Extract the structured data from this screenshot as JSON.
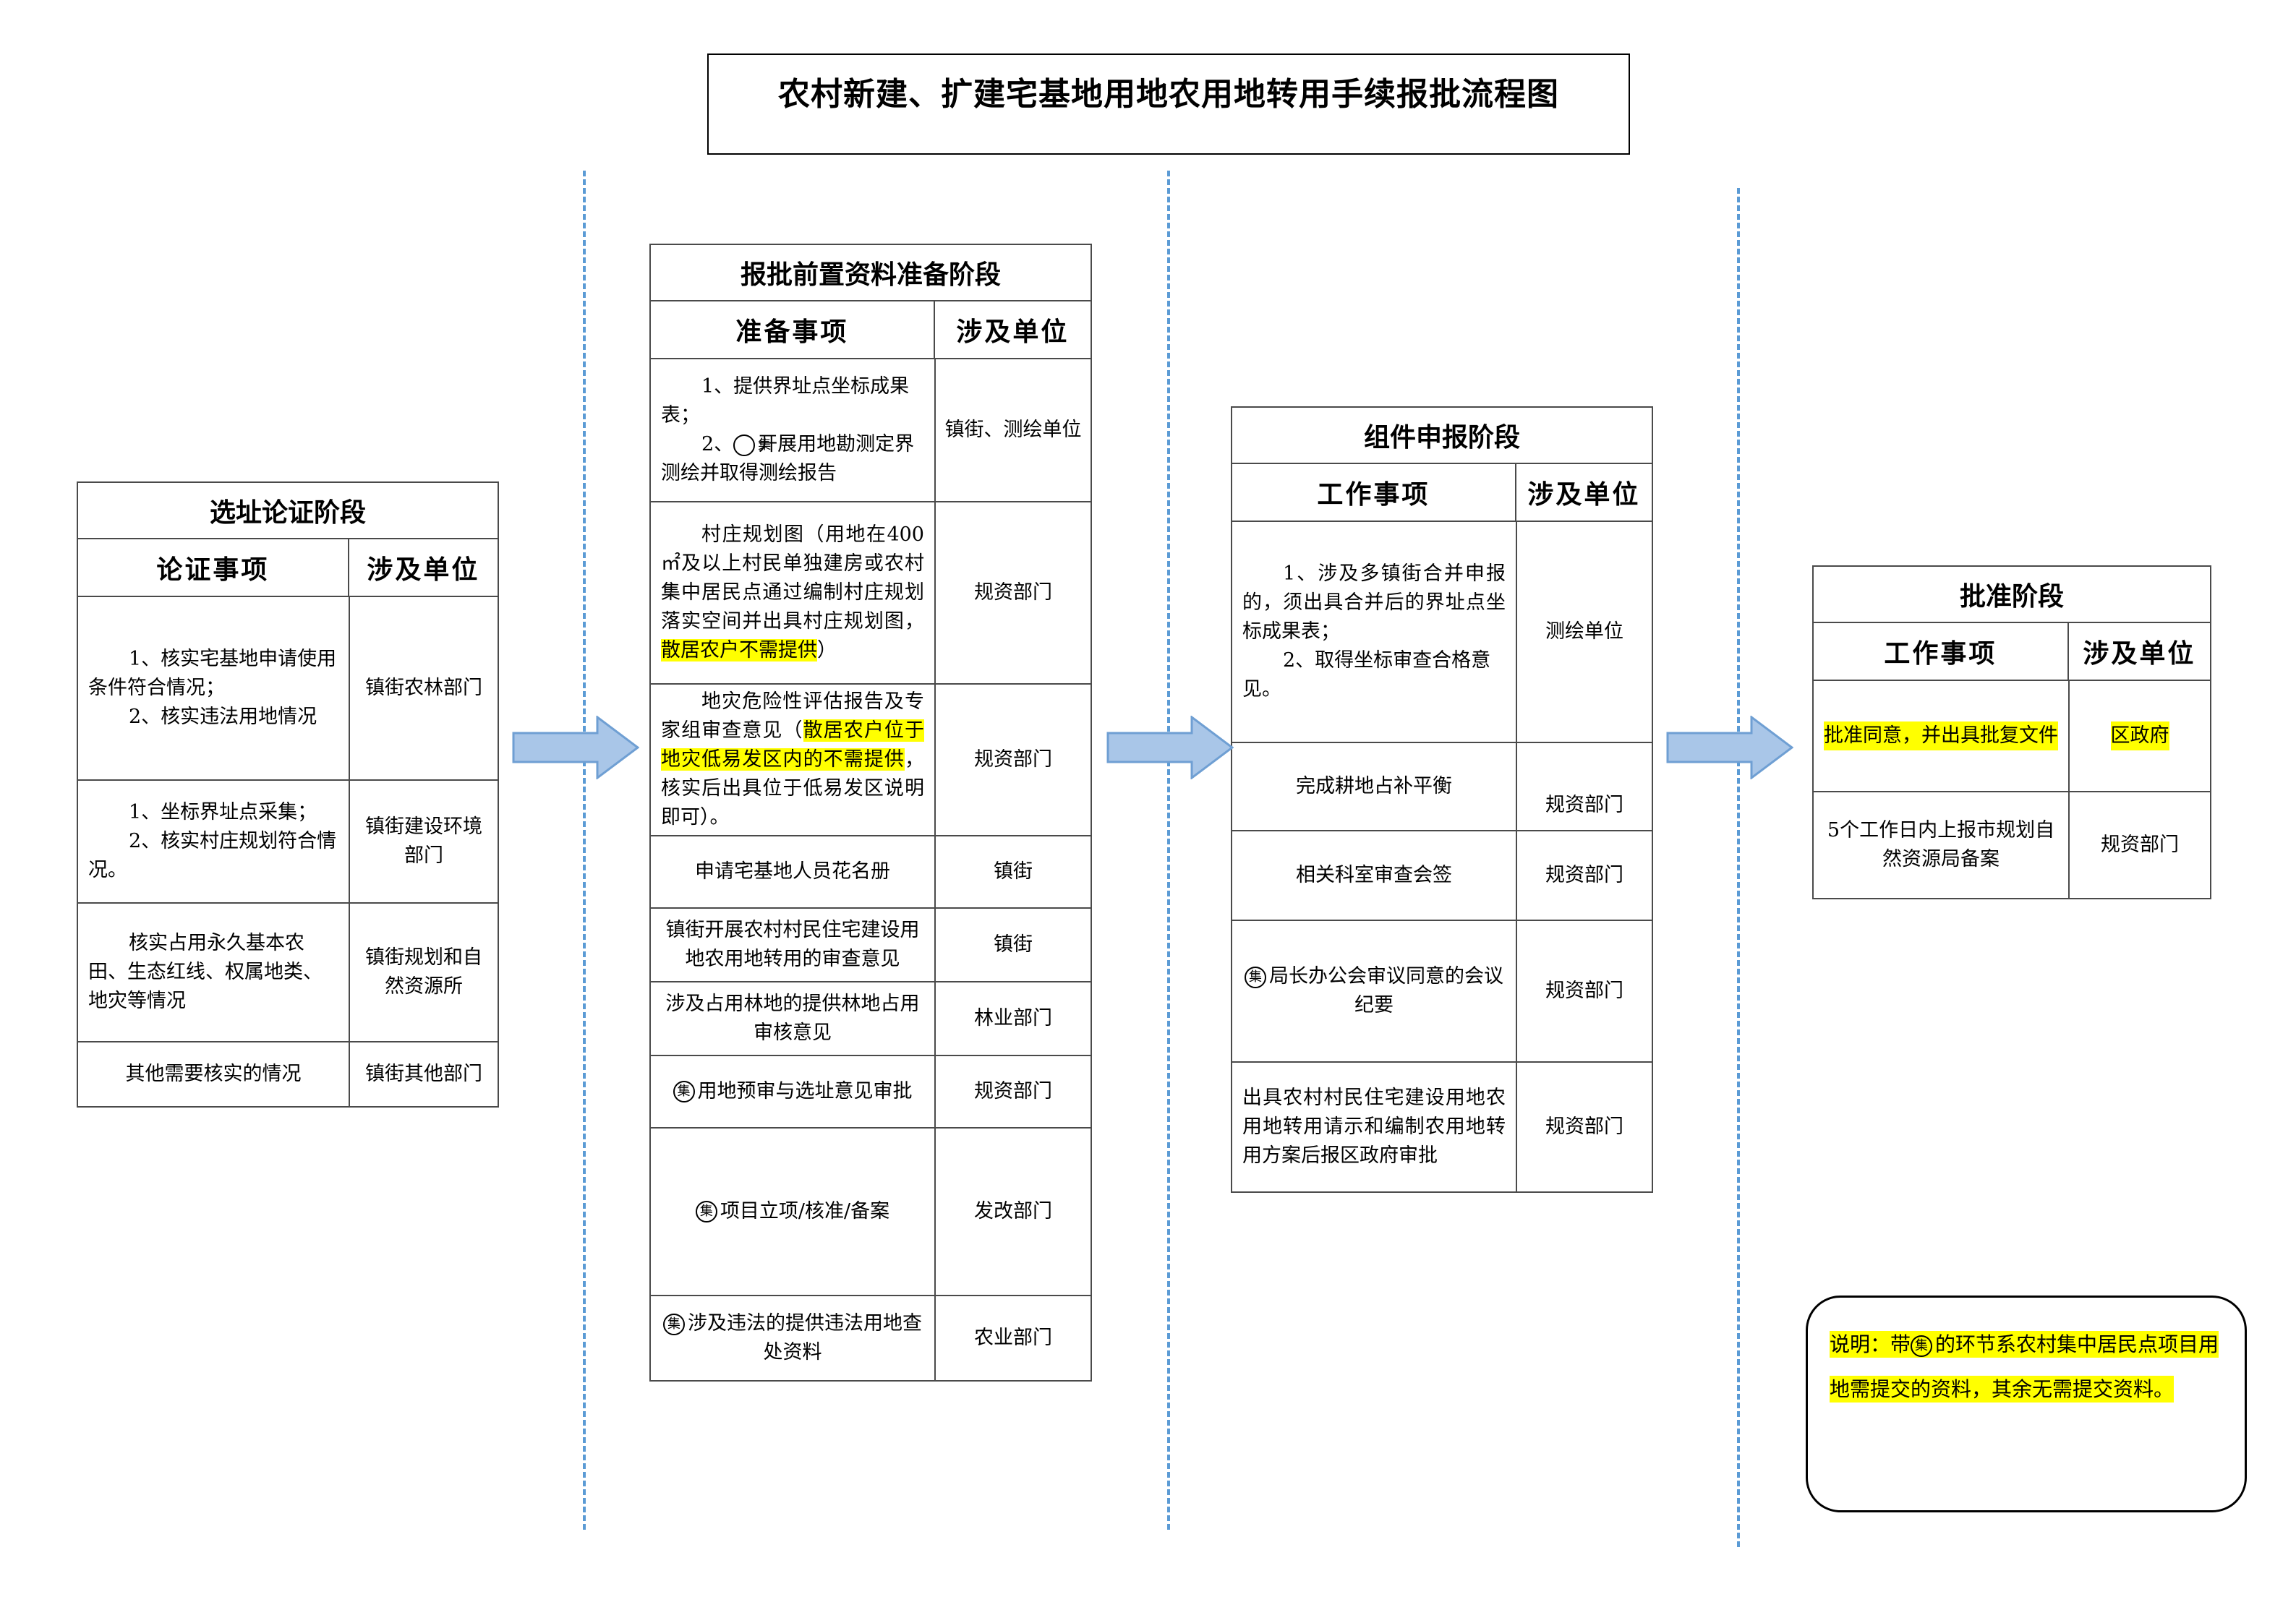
{
  "title": "农村新建、扩建宅基地用地农用地转用手续报批流程图",
  "colors": {
    "highlight": "#ffff00",
    "divider": "#5b9bd5",
    "arrow_fill": "#a9c6e8",
    "arrow_stroke": "#6f9fd3"
  },
  "icon": {
    "name": "ji-circle-icon",
    "glyph": "集"
  },
  "stage1": {
    "title": "选址论证阶段",
    "col1": "论证事项",
    "col2": "涉及单位",
    "rows": [
      {
        "item_a": "1、核实宅基地申请使用条件符合情况；",
        "item_b": "2、核实违法用地情况",
        "unit": "镇街农林部门"
      },
      {
        "item_a": "1、坐标界址点采集；",
        "item_b": "2、核实村庄规划符合情况。",
        "unit": "镇街建设环境部门"
      },
      {
        "item": "核实占用永久基本农田、生态红线、权属地类、地灾等情况",
        "unit": "镇街规划和自然资源所"
      },
      {
        "item": "其他需要核实的情况",
        "unit": "镇街其他部门"
      }
    ]
  },
  "stage2": {
    "title": "报批前置资料准备阶段",
    "col1": "准备事项",
    "col2": "涉及单位",
    "r1": {
      "a": "1、提供界址点坐标成果表；",
      "b_num": "2、",
      "b_text": "开展用地勘测定界测绘并取得测绘报告",
      "unit": "镇街、测绘单位"
    },
    "r2": {
      "text": "村庄规划图（用地在400㎡及以上村民单独建房或农村集中居民点通过编制村庄规划落实空间并出具村庄规划图，",
      "hl": "散居农户不需提供",
      "tail": "）",
      "unit": "规资部门"
    },
    "r3": {
      "text": "地灾危险性评估报告及专家组审查意见（",
      "hl": "散居农户位于地灾低易发区内的不需提供",
      "tail": "，核实后出具位于低易发区说明即可）。",
      "unit": "规资部门"
    },
    "r4": {
      "text": "申请宅基地人员花名册",
      "unit": "镇街"
    },
    "r5": {
      "text": "镇街开展农村村民住宅建设用地农用地转用的审查意见",
      "unit": "镇街"
    },
    "r6": {
      "text": "涉及占用林地的提供林地占用审核意见",
      "unit": "林业部门"
    },
    "r7": {
      "text": "用地预审与选址意见审批",
      "unit": "规资部门"
    },
    "r8": {
      "text": "项目立项/核准/备案",
      "unit": "发改部门"
    },
    "r9": {
      "text": "涉及违法的提供违法用地查处资料",
      "unit": "农业部门"
    }
  },
  "stage3": {
    "title": "组件申报阶段",
    "col1": "工作事项",
    "col2": "涉及单位",
    "r1": {
      "a": "1、涉及多镇街合并申报的，须出具合并后的界址点坐标成果表；",
      "b": "2、取得坐标审查合格意见。",
      "unit": "测绘单位"
    },
    "r2": {
      "text": "完成耕地占补平衡",
      "unit": "规资部门"
    },
    "r3": {
      "text": "相关科室审查会签",
      "unit": "规资部门"
    },
    "r4": {
      "text": "局长办公会审议同意的会议纪要",
      "unit": "规资部门"
    },
    "r5": {
      "text": "出具农村村民住宅建设用地农用地转用请示和编制农用地转用方案后报区政府审批",
      "unit": "规资部门"
    }
  },
  "stage4": {
    "title": "批准阶段",
    "col1": "工作事项",
    "col2": "涉及单位",
    "r1": {
      "text": "批准同意，并出具批复文件",
      "unit": "区政府"
    },
    "r2": {
      "text": "5个工作日内上报市规划自然资源局备案",
      "unit": "规资部门"
    }
  },
  "note": {
    "pre": "说明：带",
    "post": "的环节系农村集中居民点项目用地需提交的资料，其余无需提交资料。"
  }
}
